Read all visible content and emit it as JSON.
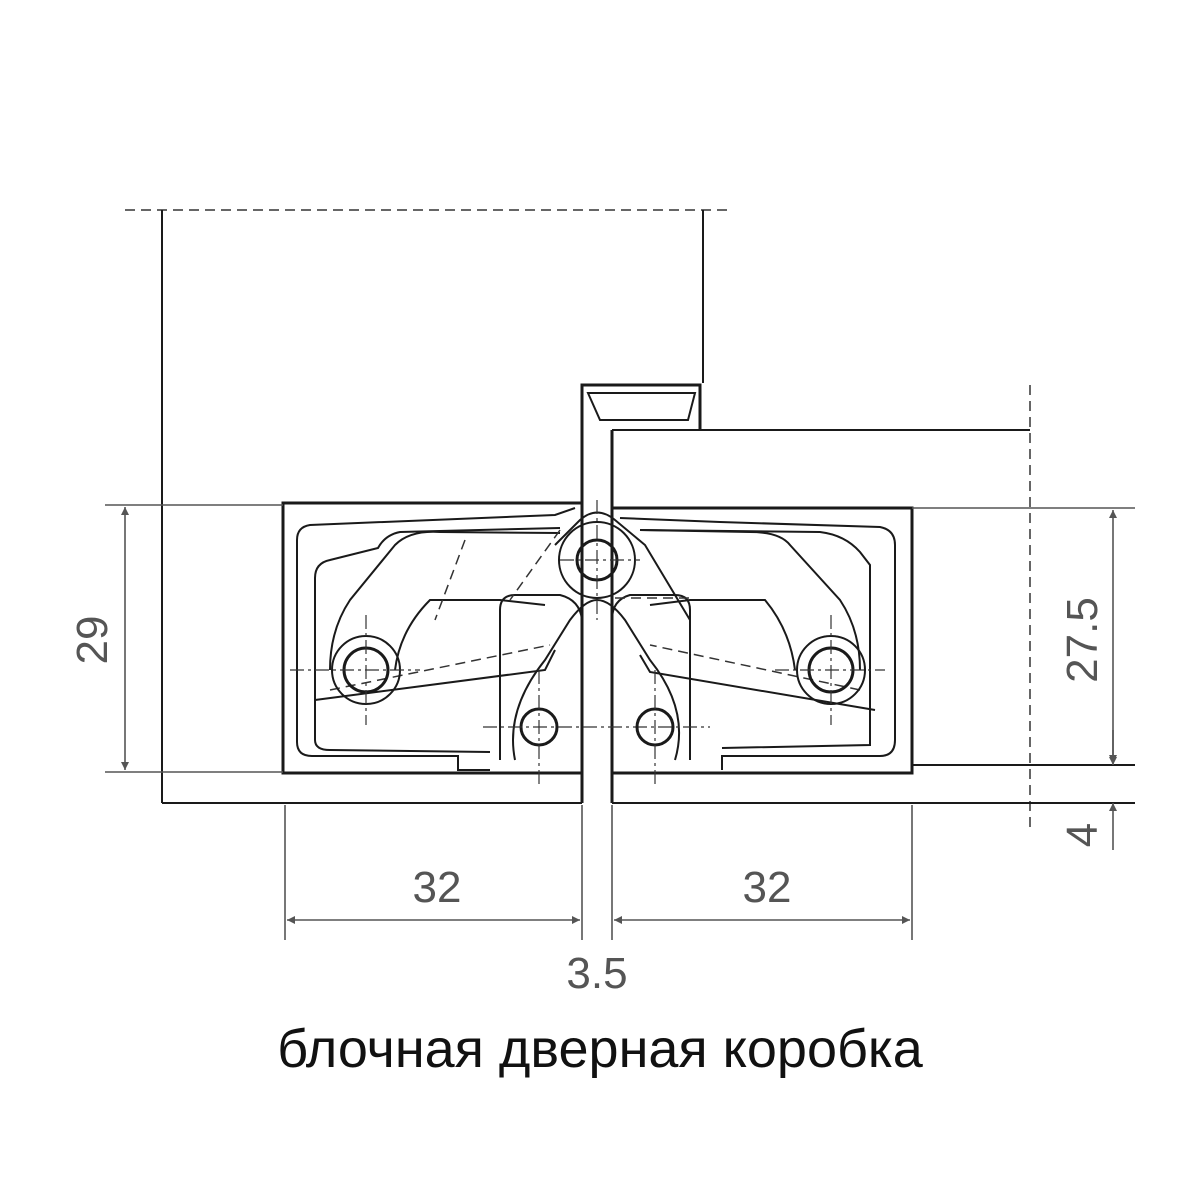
{
  "drawing": {
    "dimensions": {
      "body_height_left": "29",
      "body_height_right": "27.5",
      "offset_bottom": "4",
      "half_width_left": "32",
      "half_width_right": "32",
      "gap": "3.5"
    },
    "caption": "блочная дверная коробка"
  }
}
